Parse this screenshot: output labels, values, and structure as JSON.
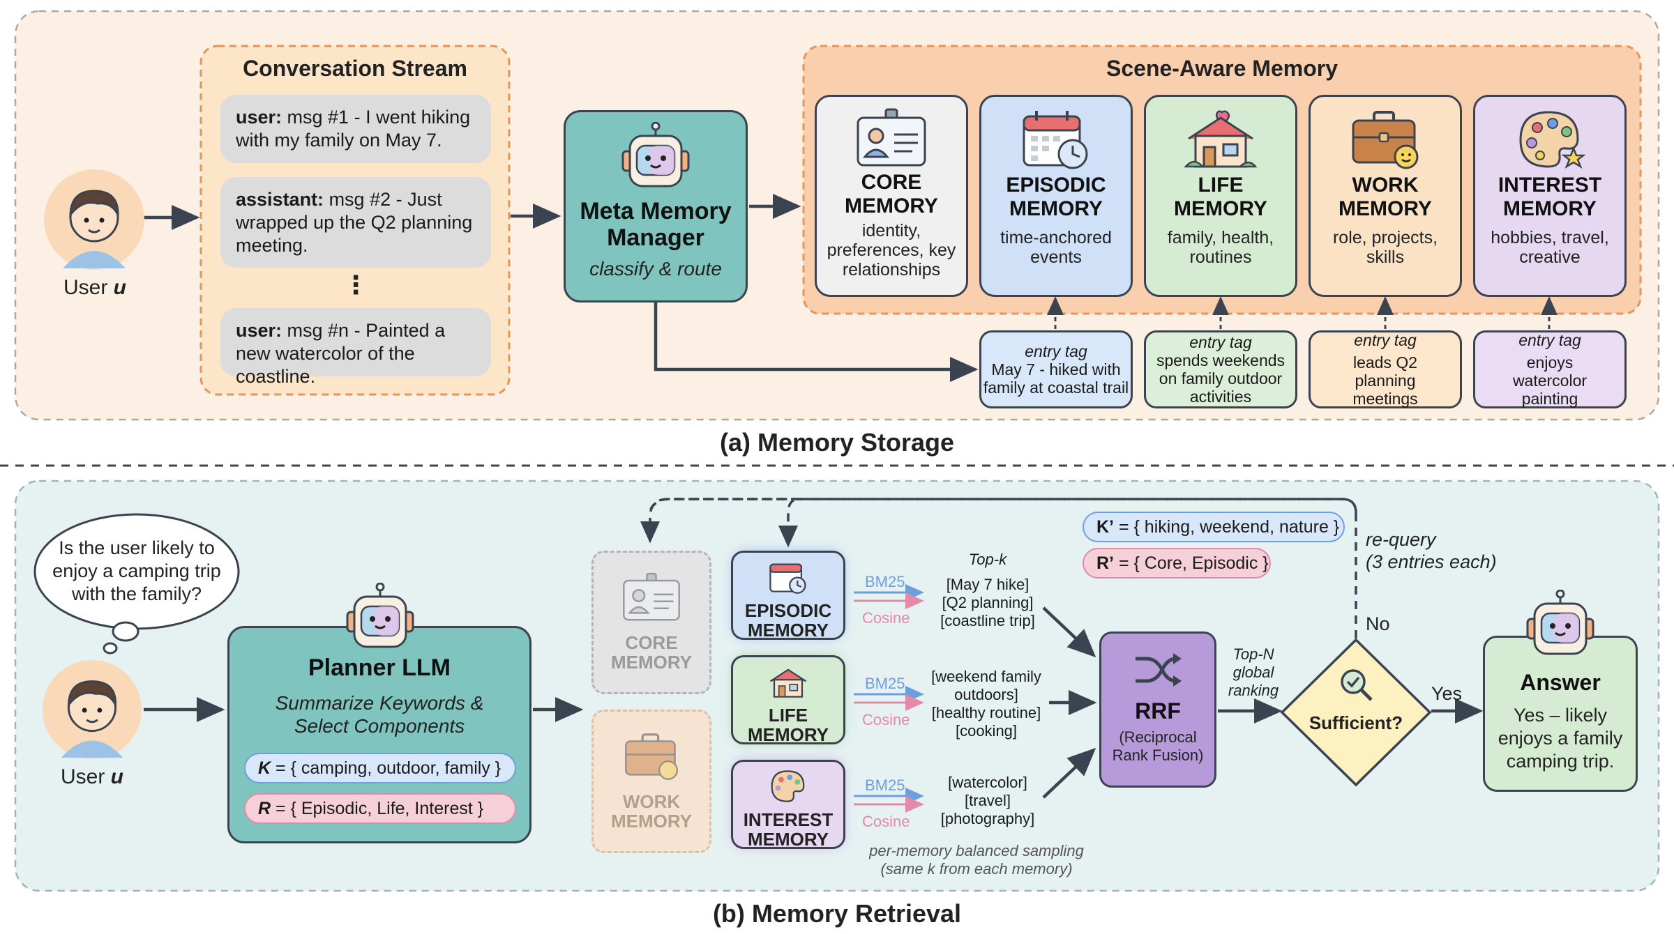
{
  "storage": {
    "section_label": "(a) Memory Storage",
    "user_label": "User",
    "user_var": "u",
    "stream": {
      "title": "Conversation Stream",
      "messages": [
        {
          "speaker": "user:",
          "text": " msg #1 - I went hiking with my family on May 7."
        },
        {
          "speaker": "assistant:",
          "text": " msg #2 - Just wrapped up the Q2 planning meeting."
        },
        {
          "speaker": "user:",
          "text": " msg #n - Painted a new watercolor of the coastline."
        }
      ],
      "ellipsis": "⋮"
    },
    "manager": {
      "title_line1": "Meta Memory",
      "title_line2": "Manager",
      "subtitle": "classify & route"
    },
    "scene_memory": {
      "title": "Scene-Aware Memory",
      "memories": [
        {
          "line1": "CORE",
          "line2": "MEMORY",
          "desc": "identity, preferences, key relationships",
          "color": "#f0f0f0",
          "icon": "id-card-icon"
        },
        {
          "line1": "EPISODIC",
          "line2": "MEMORY",
          "desc": "time-anchored events",
          "color": "#cfe0f7",
          "icon": "calendar-clock-icon"
        },
        {
          "line1": "LIFE",
          "line2": "MEMORY",
          "desc": "family, health, routines",
          "color": "#d6ecd2",
          "icon": "house-icon"
        },
        {
          "line1": "WORK",
          "line2": "MEMORY",
          "desc": "role, projects, skills",
          "color": "#fbe2c4",
          "icon": "briefcase-icon"
        },
        {
          "line1": "INTEREST",
          "line2": "MEMORY",
          "desc": "hobbies, travel, creative",
          "color": "#e6d8f1",
          "icon": "palette-icon"
        }
      ]
    },
    "entry_tags": [
      {
        "label": "entry tag",
        "text": "May 7 - hiked with family at coastal trail",
        "color": "#d9e7fa"
      },
      {
        "label": "entry tag",
        "text": "spends weekends on family outdoor activities",
        "color": "#dcefd8"
      },
      {
        "label": "entry tag",
        "text": "leads Q2 planning meetings",
        "color": "#fce6cc"
      },
      {
        "label": "entry tag",
        "text": "enjoys watercolor painting",
        "color": "#eadcf4"
      }
    ]
  },
  "retrieval": {
    "section_label": "(b) Memory Retrieval",
    "user_label": "User",
    "user_var": "u",
    "question": "Is the user likely to enjoy a camping trip with the family?",
    "planner": {
      "title": "Planner LLM",
      "subtitle_line1": "Summarize Keywords &",
      "subtitle_line2": "Select Components",
      "k_var": "K",
      "k_text": " = { camping, outdoor, family }",
      "r_var": "R",
      "r_text": " = { Episodic, Life, Interest }"
    },
    "inactive_memories": [
      {
        "line1": "CORE",
        "line2": "MEMORY",
        "icon": "id-card-icon"
      },
      {
        "line1": "WORK",
        "line2": "MEMORY",
        "icon": "briefcase-icon"
      }
    ],
    "active_memories": [
      {
        "line1": "EPISODIC",
        "line2": "MEMORY",
        "color": "#cfe0f7",
        "glow": "#8fb6ee",
        "icon": "calendar-clock-icon",
        "bm25": "BM25",
        "cosine": "Cosine",
        "results": [
          "[May 7 hike]",
          "[Q2 planning]",
          "[coastline trip]"
        ]
      },
      {
        "line1": "LIFE",
        "line2": "MEMORY",
        "color": "#d6ecd2",
        "glow": "#9fd39a",
        "icon": "house-icon",
        "bm25": "BM25",
        "cosine": "Cosine",
        "results": [
          "[weekend family",
          "outdoors]",
          "[healthy routine]",
          "[cooking]"
        ]
      },
      {
        "line1": "INTEREST",
        "line2": "MEMORY",
        "color": "#e6d8f1",
        "glow": "#c4a3e0",
        "icon": "palette-icon",
        "bm25": "BM25",
        "cosine": "Cosine",
        "results": [
          "[watercolor]",
          "[travel]",
          "[photography]"
        ]
      }
    ],
    "topk_label": "Top-k",
    "sampling_note_line1": "per-memory balanced sampling",
    "sampling_note_line2": "(same k from each memory)",
    "requery": {
      "k_var": "K’",
      "k_text": " = { hiking, weekend, nature }",
      "r_var": "R’",
      "r_text": " = { Core, Episodic }",
      "label_line1": "re-query",
      "label_line2": "(3 entries each)"
    },
    "rrf": {
      "title": "RRF",
      "subtitle_line1": "(Reciprocal",
      "subtitle_line2": "Rank Fusion)"
    },
    "topn": {
      "line1": "Top-N",
      "line2": "global",
      "line3": "ranking"
    },
    "decision": {
      "label": "Sufficient?",
      "no": "No",
      "yes": "Yes"
    },
    "answer": {
      "title": "Answer",
      "line1": "Yes – likely",
      "line2": "enjoys a family",
      "line3": "camping trip."
    }
  },
  "colors": {
    "storage_bg": "#fcefe3",
    "retrieval_bg": "#e6f1f2",
    "stream_bg": "#fde5c8",
    "scene_bg": "#f9cfae",
    "manager_bg": "#7fc4be",
    "planner_bg": "#7fc4be",
    "rrf_bg": "#b79ad9",
    "decision_bg": "#fdf1c2",
    "answer_bg": "#d6ecd2",
    "arrow": "#3b4350",
    "bm25": "#6c9fe0",
    "cosine": "#e48aa6"
  }
}
